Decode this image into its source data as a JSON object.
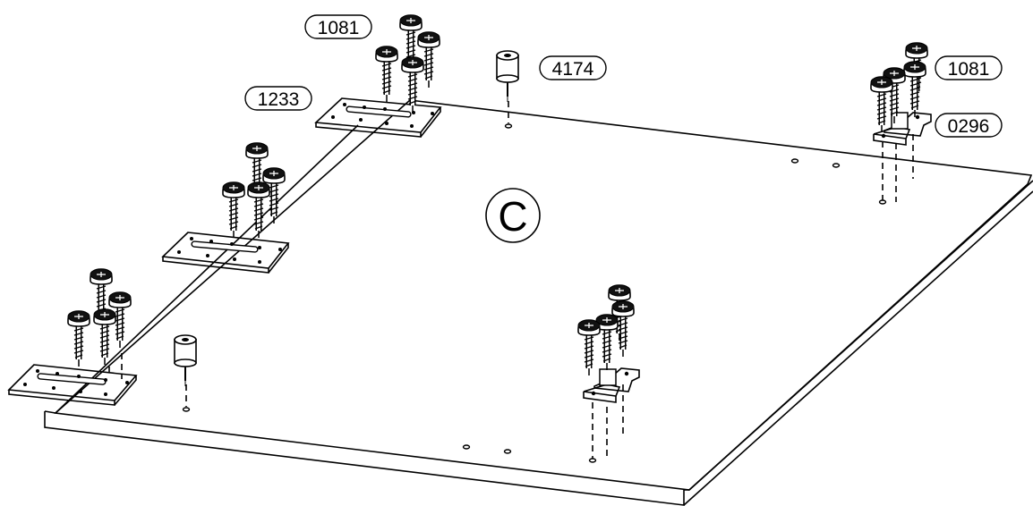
{
  "diagram": {
    "panel_letter": "C",
    "part_labels": {
      "screw_top": "1081",
      "plate_top": "1233",
      "glide_top": "4174",
      "screw_right": "1081",
      "clip_right": "0296"
    }
  }
}
